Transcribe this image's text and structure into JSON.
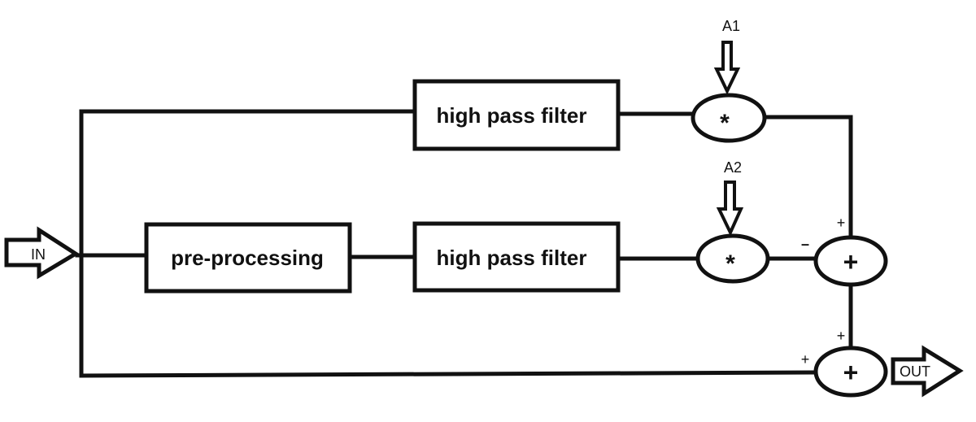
{
  "blocks": {
    "hpf_top": "high pass filter",
    "preprocessing": "pre-processing",
    "hpf_mid": "high pass filter"
  },
  "operators": {
    "mult_top": "*",
    "mult_mid": "*",
    "sum_mid": "+",
    "sum_bottom": "+"
  },
  "gains": {
    "a1": "A1",
    "a2": "A2"
  },
  "signs": {
    "sum_mid_top": "+",
    "sum_mid_left": "–",
    "sum_bottom_top": "+",
    "sum_bottom_left": "+"
  },
  "io": {
    "input": "IN",
    "output": "OUT"
  }
}
